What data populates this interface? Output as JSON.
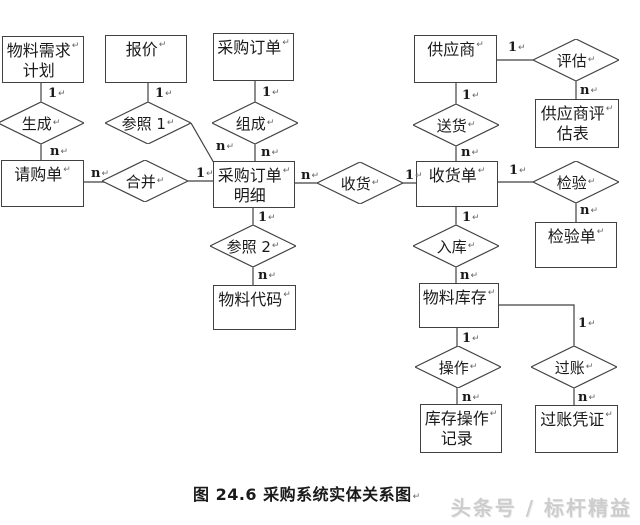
{
  "meta": {
    "return_mark": "↵"
  },
  "colors": {
    "line": "#414141",
    "ink": "#1a1a1a",
    "wm": "#cdcdcd"
  },
  "caption": {
    "text": "图 24.6 采购系统实体关系图"
  },
  "watermark": {
    "text": "头条号 / 标杆精益"
  },
  "entities": [
    {
      "id": "material-requirements-plan",
      "label": "物料需求\n计划"
    },
    {
      "id": "quotation",
      "label": "报价"
    },
    {
      "id": "purchase-order",
      "label": "采购订单"
    },
    {
      "id": "supplier",
      "label": "供应商"
    },
    {
      "id": "supplier-evaluation-form",
      "label": "供应商评\n估表"
    },
    {
      "id": "purchase-requisition",
      "label": "请购单"
    },
    {
      "id": "purchase-order-detail",
      "label": "采购订单\n明细"
    },
    {
      "id": "receiving-note",
      "label": "收货单"
    },
    {
      "id": "inspection-form",
      "label": "检验单"
    },
    {
      "id": "material-code",
      "label": "物料代码"
    },
    {
      "id": "material-inventory",
      "label": "物料库存"
    },
    {
      "id": "inventory-operation-record",
      "label": "库存操作\n记录"
    },
    {
      "id": "posting-voucher",
      "label": "过账凭证"
    }
  ],
  "relations": [
    {
      "id": "generate",
      "label": "生成"
    },
    {
      "id": "reference-1",
      "label": "参照 1"
    },
    {
      "id": "compose",
      "label": "组成"
    },
    {
      "id": "evaluate",
      "label": "评估"
    },
    {
      "id": "deliver",
      "label": "送货"
    },
    {
      "id": "merge",
      "label": "合并"
    },
    {
      "id": "receive-goods",
      "label": "收货"
    },
    {
      "id": "inspect",
      "label": "检验"
    },
    {
      "id": "stock-in",
      "label": "入库"
    },
    {
      "id": "reference-2",
      "label": "参照 2"
    },
    {
      "id": "operate",
      "label": "操作"
    },
    {
      "id": "post",
      "label": "过账"
    }
  ],
  "edges": [
    {
      "from": "物料需求计划",
      "to": "生成",
      "cardinality": "1"
    },
    {
      "from": "生成",
      "to": "请购单",
      "cardinality": "n"
    },
    {
      "from": "报价",
      "to": "参照 1",
      "cardinality": "1"
    },
    {
      "from": "参照 1",
      "to": "采购订单明细",
      "cardinality": "n"
    },
    {
      "from": "采购订单",
      "to": "组成",
      "cardinality": "1"
    },
    {
      "from": "组成",
      "to": "采购订单明细",
      "cardinality": "n"
    },
    {
      "from": "请购单",
      "to": "合并",
      "cardinality": "n"
    },
    {
      "from": "合并",
      "to": "采购订单明细",
      "cardinality": "1"
    },
    {
      "from": "采购订单明细",
      "to": "收货",
      "cardinality": "n"
    },
    {
      "from": "收货",
      "to": "收货单",
      "cardinality": "1"
    },
    {
      "from": "供应商",
      "to": "评估",
      "cardinality": "1"
    },
    {
      "from": "评估",
      "to": "供应商评估表",
      "cardinality": "n"
    },
    {
      "from": "供应商",
      "to": "送货",
      "cardinality": "1"
    },
    {
      "from": "送货",
      "to": "收货单",
      "cardinality": "n"
    },
    {
      "from": "收货单",
      "to": "检验",
      "cardinality": "1"
    },
    {
      "from": "检验",
      "to": "检验单",
      "cardinality": "n"
    },
    {
      "from": "收货单",
      "to": "入库",
      "cardinality": "1"
    },
    {
      "from": "入库",
      "to": "物料库存",
      "cardinality": "n"
    },
    {
      "from": "采购订单明细",
      "to": "参照 2",
      "cardinality": "1"
    },
    {
      "from": "参照 2",
      "to": "物料代码",
      "cardinality": "n"
    },
    {
      "from": "物料库存",
      "to": "操作",
      "cardinality": "1"
    },
    {
      "from": "操作",
      "to": "库存操作记录",
      "cardinality": "n"
    },
    {
      "from": "物料库存",
      "to": "过账",
      "cardinality": "1"
    },
    {
      "from": "过账",
      "to": "过账凭证",
      "cardinality": "n"
    }
  ]
}
